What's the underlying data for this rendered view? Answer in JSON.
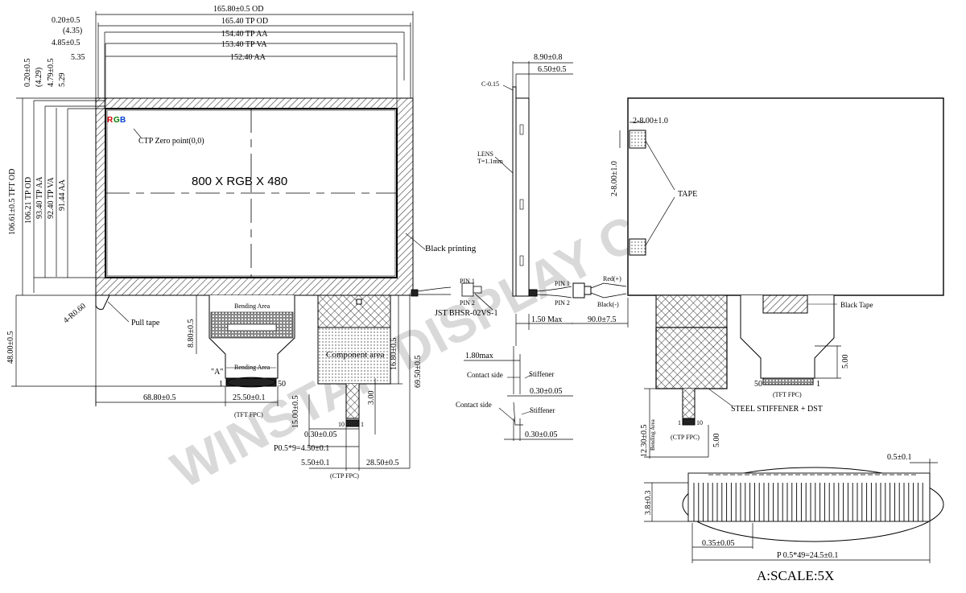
{
  "watermark": "WINSTAR DISPLAY CO., LTD.",
  "front": {
    "dims_top": [
      "165.80±0.5 OD",
      "0.20±0.5",
      "165.40 TP OD",
      "(4.35)",
      "154.40 TP AA",
      "4.85±0.5",
      "153.40 TP VA",
      "5.35",
      "152.40 AA"
    ],
    "dims_left": [
      "0.20±0.5",
      "(4.29)",
      "4.79±0.5",
      "5.29",
      "106.61±0.5 TFT OD",
      "106.21 TP OD",
      "93.40 TP AA",
      "92.40 TP VA",
      "91.44 AA"
    ],
    "resolution": "800 X RGB X 480",
    "rgb": [
      "R",
      "G",
      "B"
    ],
    "ctp_zero": "CTP Zero point(0,0)",
    "black_printing": "Black printing",
    "corner": "4-R0.60",
    "pull_tape": "Pull tape",
    "bending_area": "Bending Area",
    "bending_area2": "Bending Area",
    "a_label": "\"A\"",
    "pin_1": "1",
    "pin_50": "50",
    "tft_fpc": "(TFT FPC)",
    "component_area": "Component area",
    "dims_bottom": [
      "48.00±0.5",
      "8.80±0.5",
      "68.80±0.5",
      "25.50±0.1",
      "16.80±0.5",
      "69.50±0.5",
      "3.00",
      "15.00±0.5",
      "0.30±0.05",
      "P0.5*9=4.50±0.1",
      "5.50±0.1",
      "28.50±0.5"
    ],
    "ctp_pins": [
      "10",
      "1"
    ],
    "ctp_fpc": "(CTP FPC)",
    "connector_pins": [
      "PIN 1",
      "PIN 2"
    ],
    "connector": "JST BHSR-02VS-1"
  },
  "side": {
    "dims": [
      "8.90±0.8",
      "6.50±0.5",
      "1.50 Max",
      "1.80max",
      "0.30±0.05",
      "0.30±0.05",
      "90.0±7.5"
    ],
    "chamfer": "C-0.15",
    "lens": [
      "LENS",
      "T=1.1mm"
    ],
    "contact_side": [
      "Contact side",
      "Contact side"
    ],
    "stiffener": [
      "Stiffener",
      "Stiffener"
    ],
    "pins": [
      "PIN 1",
      "PIN 2"
    ],
    "wires": [
      "Red(+)",
      "Black(-)"
    ]
  },
  "back": {
    "tape_dims": [
      "2-8.00±1.0",
      "2-8.00±1.0"
    ],
    "tape": "TAPE",
    "black_tape": "Black Tape",
    "steel": "STEEL STIFFENER + DST",
    "pins_tft": [
      "50",
      "1"
    ],
    "tft_fpc": "(TFT FPC)",
    "dim_500a": "5.00",
    "dim_500b": "5.00",
    "pins_ctp": [
      "1",
      "10"
    ],
    "ctp_fpc": "(CTP FPC)",
    "bending": [
      "12.30±0.5",
      "Bending Area"
    ]
  },
  "detail": {
    "dims": [
      "0.5±0.1",
      "3.8±0.3",
      "0.35±0.05",
      "P 0.5*49=24.5±0.1"
    ],
    "scale": "A:SCALE:5X"
  }
}
